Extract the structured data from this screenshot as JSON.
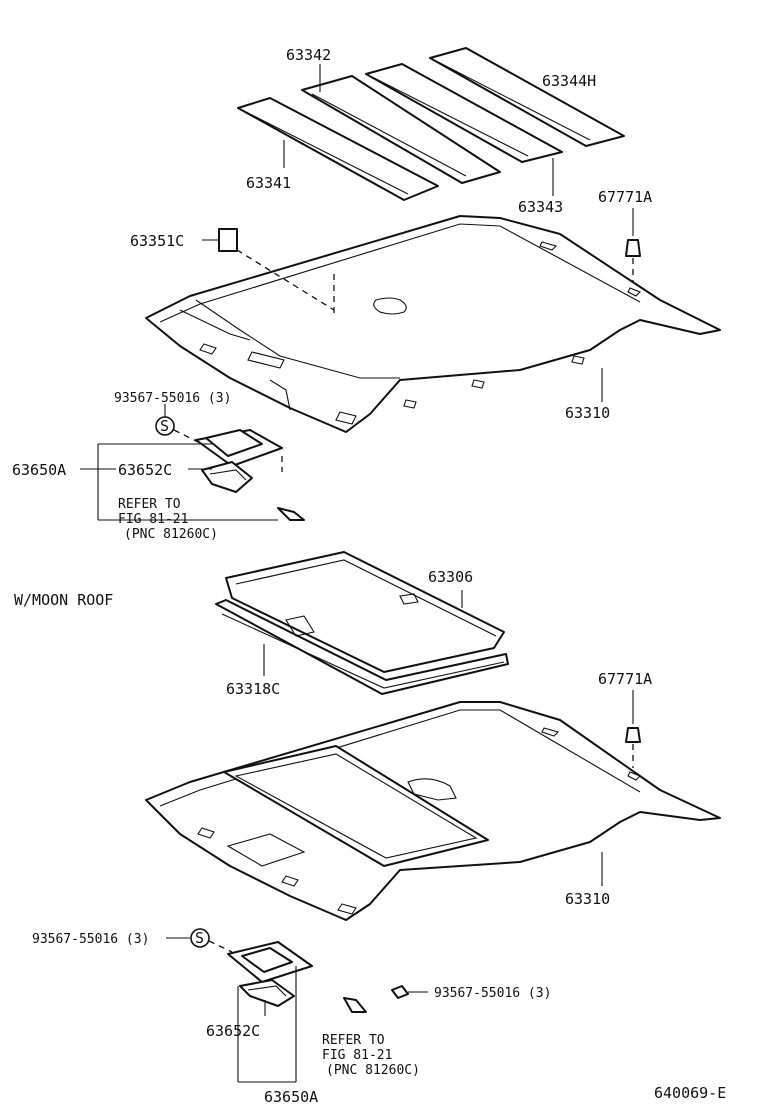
{
  "labels": {
    "p63342": "63342",
    "p63344h": "63344H",
    "p63341": "63341",
    "p63343": "63343",
    "p67771a_top": "67771A",
    "p63351c": "63351C",
    "p63310_top": "63310",
    "screw_top": "93567-55016 (3)",
    "p63650a_top": "63650A",
    "p63652c_top": "63652C",
    "refer_top_1": "REFER TO",
    "refer_top_2": "FIG 81-21",
    "refer_top_3": "(PNC 81260C)",
    "variant": "W/MOON ROOF",
    "p63306": "63306",
    "p63318c": "63318C",
    "p67771a_bot": "67771A",
    "p63310_bot": "63310",
    "screw_bot_left": "93567-55016 (3)",
    "screw_bot_right": "93567-55016 (3)",
    "p63652c_bot": "63652C",
    "refer_bot_1": "REFER TO",
    "refer_bot_2": "FIG 81-21",
    "refer_bot_3": "(PNC 81260C)",
    "p63650a_bot": "63650A",
    "figure_code": "640069-E"
  },
  "symbols": {
    "screw_marker": "S"
  }
}
